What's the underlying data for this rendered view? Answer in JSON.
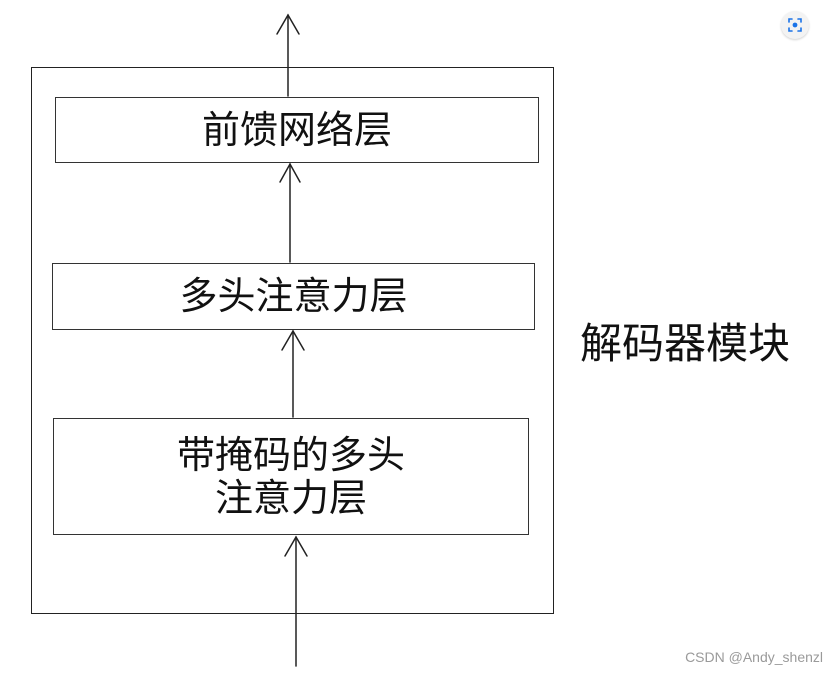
{
  "diagram": {
    "module_label": "解码器模块",
    "layers": {
      "feed_forward": "前馈网络层",
      "multi_head_attention": "多头注意力层",
      "masked_multi_head_attention_line1": "带掩码的多头",
      "masked_multi_head_attention_line2": "注意力层"
    }
  },
  "watermark": "CSDN @Andy_shenzl",
  "icons": {
    "lens": "image-search-icon"
  },
  "colors": {
    "line": "#222222",
    "watermark": "#9a9a9a",
    "background": "#ffffff"
  }
}
